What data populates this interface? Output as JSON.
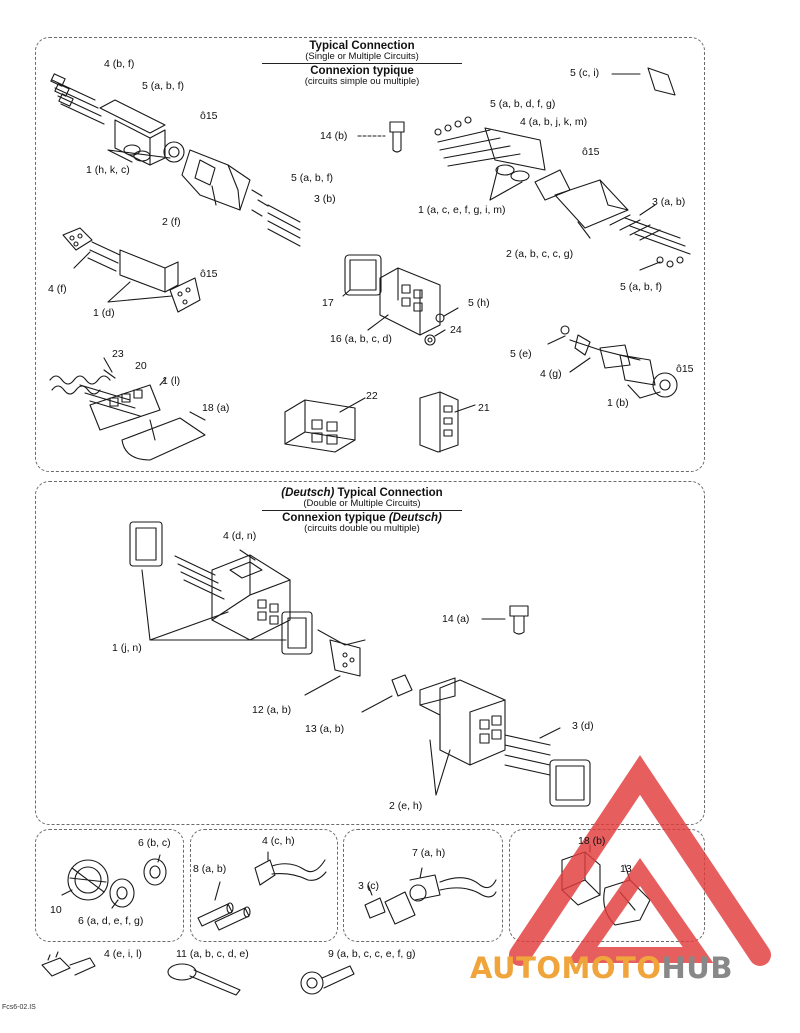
{
  "panel1": {
    "title_en": "Typical Connection",
    "subtitle_en": "(Single or Multiple Circuits)",
    "title_fr": "Connexion typique",
    "subtitle_fr": "(circuits simple ou multiple)"
  },
  "panel2": {
    "title_prefix_en": "(Deutsch)",
    "title_en": " Typical Connection",
    "subtitle_en": "(Double or Multiple Circuits)",
    "title_fr": "Connexion typique ",
    "title_suffix_fr": "(Deutsch)",
    "subtitle_fr": "(circuits double ou multiple)"
  },
  "labels": {
    "l01": "4 (b, f)",
    "l02": "5 (a, b, f)",
    "l03": "ô15",
    "l04": "1 (h, k, c)",
    "l05": "2 (f)",
    "l06": "5 (a, b, f)",
    "l07": "3 (b)",
    "l08": "4 (f)",
    "l09": "ô15",
    "l10": "1 (d)",
    "l11": "23",
    "l12": "20",
    "l13": "1 (l)",
    "l14": "18 (a)",
    "l15": "14 (b)",
    "l16": "17",
    "l17": "16 (a, b, c, d)",
    "l18": "5 (h)",
    "l19": "24",
    "l20": "22",
    "l21": "21",
    "l22": "5 (c, i)",
    "l23": "5 (a, b, d, f, g)",
    "l24": "4 (a, b, j, k, m)",
    "l25": "ô15",
    "l26": "1 (a, c, e, f, g, i, m)",
    "l27": "3 (a, b)",
    "l28": "2 (a, b, c, c, g)",
    "l29": "5 (a, b, f)",
    "l30": "5 (e)",
    "l31": "4 (g)",
    "l32": "ô15",
    "l33": "1 (b)",
    "l34": "4 (d, n)",
    "l35": "1 (j, n)",
    "l36": "14 (a)",
    "l37": "12 (a, b)",
    "l38": "13 (a, b)",
    "l39": "3 (d)",
    "l40": "2 (e, h)",
    "l41": "6 (b, c)",
    "l42": "10",
    "l43": "6 (a, d, e, f, g)",
    "l44": "4 (c, h)",
    "l45": "8 (a, b)",
    "l46": "7 (a, h)",
    "l47": "3 (c)",
    "l48": "18 (b)",
    "l49": "13",
    "l50": "4 (e, i, l)",
    "l51": "11 (a, b, c, d, e)",
    "l52": "9 (a, b, c, c, e, f, g)"
  },
  "figure_code": "Fcs6-02.IS",
  "watermark": {
    "part1": "AUTO",
    "part2": "MOTO",
    "part3": "HUB",
    "color_red": "#e23b3b",
    "color_orange": "#f0a53c",
    "color_gray": "#888888"
  }
}
